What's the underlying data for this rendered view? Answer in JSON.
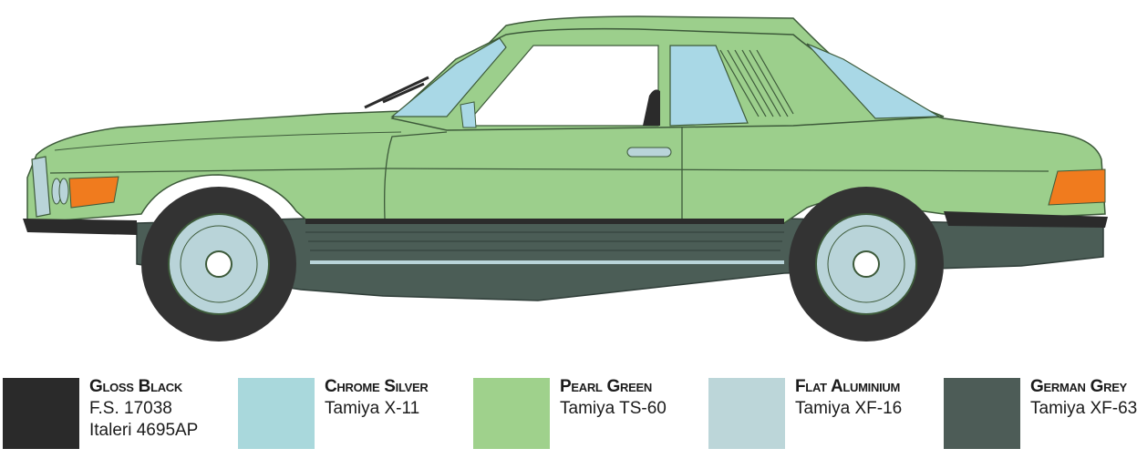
{
  "illustration": {
    "subject": "car-side-profile",
    "colors": {
      "body": "#9ccf8c",
      "outline": "#3d5a3a",
      "glass": "#a9d8e6",
      "trim_dark": "#2b2b2b",
      "lower_body": "#4b5d56",
      "tire": "#333333",
      "rim": "#b9d4d9",
      "indicator": "#f07b1e"
    }
  },
  "legend": [
    {
      "name": "Gloss Black",
      "codes": [
        "F.S. 17038",
        "Italeri 4695AP"
      ],
      "color": "#2a2a2a"
    },
    {
      "name": "Chrome Silver",
      "codes": [
        "Tamiya X-11"
      ],
      "color": "#a9d8dc"
    },
    {
      "name": "Pearl Green",
      "codes": [
        "Tamiya TS-60"
      ],
      "color": "#9fd18c"
    },
    {
      "name": "Flat Aluminium",
      "codes": [
        "Tamiya XF-16"
      ],
      "color": "#bcd6d9"
    },
    {
      "name": "German Grey",
      "codes": [
        "Tamiya XF-63"
      ],
      "color": "#4d5c57"
    }
  ]
}
